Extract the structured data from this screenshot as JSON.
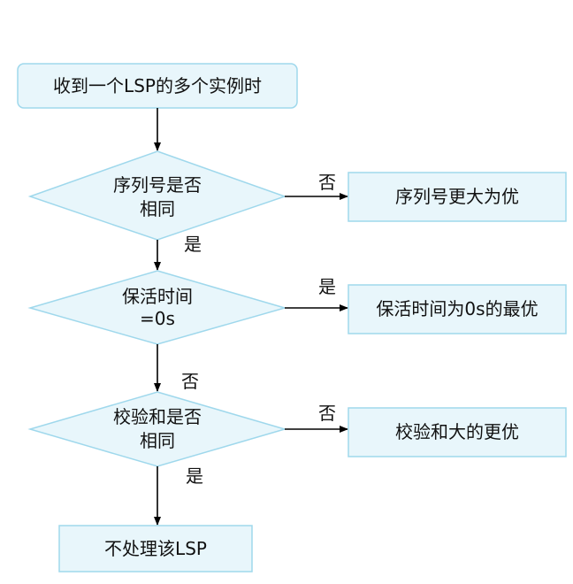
{
  "nodes": {
    "start": "收到一个LSP的多个实例时",
    "seq_question_line1": "序列号是否",
    "seq_question_line2": "相同",
    "seq_result": "序列号更大为优",
    "keepalive_question_line1": "保活时间",
    "keepalive_question_line2": "=0s",
    "keepalive_result": "保活时间为0s的最优",
    "checksum_question_line1": "校验和是否",
    "checksum_question_line2": "相同",
    "checksum_result": "校验和大的更优",
    "end": "不处理该LSP"
  },
  "edges": {
    "seq_no": "否",
    "seq_yes": "是",
    "keepalive_yes": "是",
    "keepalive_no": "否",
    "checksum_no": "否",
    "checksum_yes": "是"
  }
}
